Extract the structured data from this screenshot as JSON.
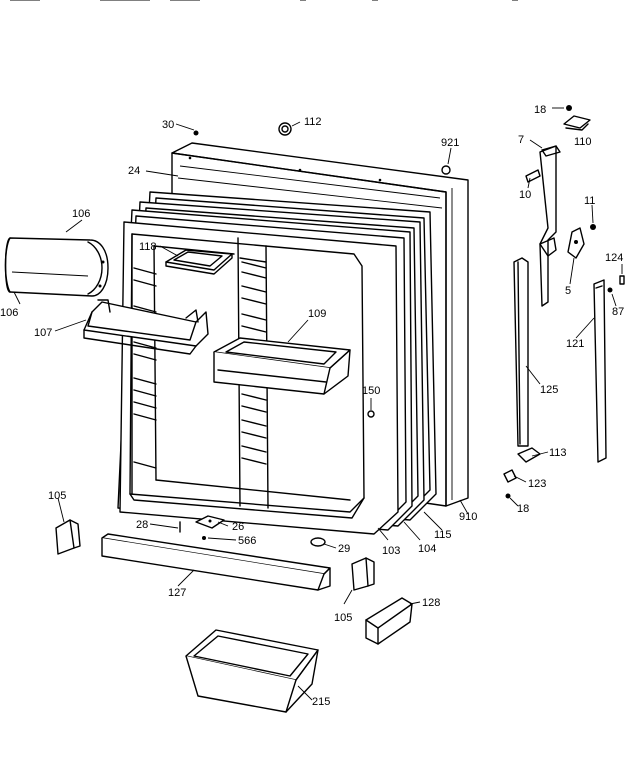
{
  "diagram": {
    "callouts": [
      {
        "id": "c30",
        "text": "30"
      },
      {
        "id": "c112",
        "text": "112"
      },
      {
        "id": "c921",
        "text": "921"
      },
      {
        "id": "c24",
        "text": "24"
      },
      {
        "id": "c18a",
        "text": "18"
      },
      {
        "id": "c110",
        "text": "110"
      },
      {
        "id": "c7",
        "text": "7"
      },
      {
        "id": "c10",
        "text": "10"
      },
      {
        "id": "c11",
        "text": "11"
      },
      {
        "id": "c124",
        "text": "124"
      },
      {
        "id": "c5",
        "text": "5"
      },
      {
        "id": "c87",
        "text": "87"
      },
      {
        "id": "c121",
        "text": "121"
      },
      {
        "id": "c106a",
        "text": "106"
      },
      {
        "id": "c106b",
        "text": "106"
      },
      {
        "id": "c118",
        "text": "118"
      },
      {
        "id": "c107",
        "text": "107"
      },
      {
        "id": "c109",
        "text": "109"
      },
      {
        "id": "c150",
        "text": "150"
      },
      {
        "id": "c125",
        "text": "125"
      },
      {
        "id": "c113",
        "text": "113"
      },
      {
        "id": "c123",
        "text": "123"
      },
      {
        "id": "c18b",
        "text": "18"
      },
      {
        "id": "c105a",
        "text": "105"
      },
      {
        "id": "c28",
        "text": "28"
      },
      {
        "id": "c26",
        "text": "26"
      },
      {
        "id": "c566",
        "text": "566"
      },
      {
        "id": "c29",
        "text": "29"
      },
      {
        "id": "c103",
        "text": "103"
      },
      {
        "id": "c104",
        "text": "104"
      },
      {
        "id": "c115",
        "text": "115"
      },
      {
        "id": "c910",
        "text": "910"
      },
      {
        "id": "c127",
        "text": "127"
      },
      {
        "id": "c105b",
        "text": "105"
      },
      {
        "id": "c128",
        "text": "128"
      },
      {
        "id": "c215",
        "text": "215"
      }
    ]
  }
}
